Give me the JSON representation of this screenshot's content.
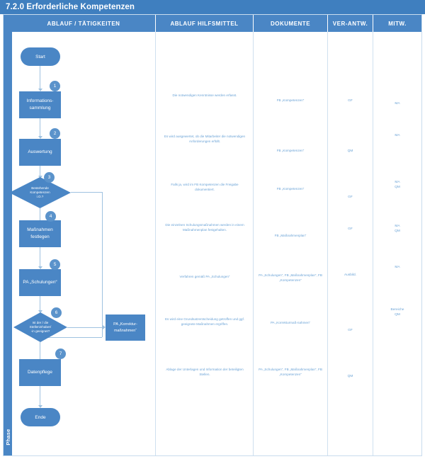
{
  "document": {
    "title": "7.2.0 Erforderliche Kompetenzen",
    "phase_label": "Phase"
  },
  "columns": [
    {
      "key": "ablauf",
      "label": "ABLAUF / TÄTIGKEITEN"
    },
    {
      "key": "hilfsmittel",
      "label": "ABLAUF HILFSMITTEL"
    },
    {
      "key": "dokumente",
      "label": "DOKUMENTE"
    },
    {
      "key": "verantw",
      "label": "VER-ANTW."
    },
    {
      "key": "mitw",
      "label": "MITW."
    }
  ],
  "flow": {
    "start": {
      "label": "Start",
      "type": "terminator"
    },
    "end": {
      "label": "Ende",
      "type": "terminator"
    },
    "nodes": [
      {
        "step": "1",
        "label": "Informations-\nsammlung",
        "type": "process"
      },
      {
        "step": "2",
        "label": "Auswertung",
        "type": "process"
      },
      {
        "step": "3",
        "label": "Bestehende Kompetenzen i.O.?",
        "type": "decision"
      },
      {
        "step": "4",
        "label": "Maßnahmen festlegen",
        "type": "process"
      },
      {
        "step": "5",
        "label": "PA „Schulungen“",
        "type": "process"
      },
      {
        "step": "6",
        "label": "Ist der / die Stelleninhaber/ -in geeignet?",
        "type": "decision"
      },
      {
        "step": "7",
        "label": "Datenpflege",
        "type": "process"
      }
    ],
    "branch_node": {
      "label": "PA „Korrektur-\nmaßnahmen“",
      "type": "process"
    }
  },
  "rows": [
    {
      "hilfsmittel": "Die notwendigen Kenntnisse werden erfasst.",
      "dokumente": "FB „Kompetenzen“",
      "verantw": "GF",
      "mitw": "MA"
    },
    {
      "hilfsmittel": "Es wird ausgewertet, ob die Mitarbeiter die notwendigen Anforderungen erfüllt.",
      "dokumente": "FB „Kompetenzen“",
      "verantw": "QM",
      "mitw": "MA"
    },
    {
      "hilfsmittel": "Falls ja, wird im FB Kompetenzen die Freigabe dokumentiert.",
      "dokumente": "FB „Kompetenzen“",
      "verantw": "GF",
      "mitw": "MA\nQM"
    },
    {
      "hilfsmittel": "Die einzelnen Schulungsmaßnahmen werden in einem Maßnahmenplan festgehalten.",
      "dokumente": "FB „Maßnahmenplan“",
      "verantw": "GF",
      "mitw": "MA\nQM"
    },
    {
      "hilfsmittel": "Verfahren gemäß PA „Schulungen“",
      "dokumente": "PA „Schulungen“, FB „Maßnahmenplan“, FB „Kompetenzen“",
      "verantw": "Ausbild.",
      "mitw": "MA"
    },
    {
      "hilfsmittel": "Es wird eine Grundsatzentscheidung getroffen und ggf. geeignete Maßnahmen ergriffen.",
      "dokumente": "PA „Korrekturmaß-nahmen“",
      "verantw": "GF",
      "mitw": "Bereiche\nQM"
    },
    {
      "hilfsmittel": "Ablage der Unterlagen und Information der beteiligten Stellen.",
      "dokumente": "PA „Schulungen“, FB „Maßnahmenplan“, FB „Kompetenzen“",
      "verantw": "QM",
      "mitw": ""
    }
  ],
  "colors": {
    "brand": "#4a86c5",
    "title_bar": "#3f7fbf",
    "text_blue": "#6ba3d6",
    "connector": "#9fc2e0",
    "border": "#c9dcee"
  }
}
